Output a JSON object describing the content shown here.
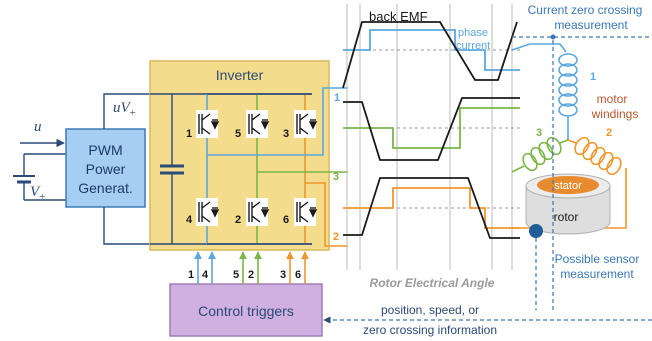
{
  "labels": {
    "input_u": "u",
    "supply_v": "V",
    "supply_v_sub": "+",
    "inverter_out_u": "uV",
    "inverter_out_sub": "+",
    "pwm_line1": "PWM",
    "pwm_line2": "Power",
    "pwm_line3": "Generat.",
    "inverter_title": "Inverter",
    "back_emf": "back EMF",
    "phase_current_line1": "phase",
    "phase_current_line2": "current",
    "current_zero_line1": "Current zero crossing",
    "current_zero_line2": "measurement",
    "motor_windings_line1": "motor",
    "motor_windings_line2": "windings",
    "stator": "stator",
    "rotor": "rotor",
    "sensor_line1": "Possible sensor",
    "sensor_line2": "measurement",
    "rotor_angle_axis": "Rotor Electrical Angle",
    "control_triggers": "Control triggers",
    "feedback_line1": "position, speed, or",
    "feedback_line2": "zero crossing information"
  },
  "switches": {
    "top": [
      "1",
      "5",
      "3"
    ],
    "bottom": [
      "4",
      "2",
      "6"
    ]
  },
  "trigger_numbers": [
    "1",
    "4",
    "5",
    "2",
    "3",
    "6"
  ],
  "phases": {
    "blue_winding": "1",
    "green_winding": "3",
    "orange_winding": "2",
    "blue_trace": "1",
    "green_trace": "3",
    "orange_trace": "2"
  },
  "colors": {
    "phase_blue": "#5ba7e0",
    "phase_green": "#7ab648",
    "phase_orange": "#f0962e",
    "inverter_fill": "#f3dc8c",
    "inverter_border": "#d9b95a",
    "pwm_fill": "#a6cdf2",
    "pwm_border": "#3e7ab8",
    "control_fill": "#cfb0e0",
    "control_border": "#9a78b6",
    "wire_navy": "#2a4a78",
    "label_blue": "#3a78b8",
    "windings_label": "#b5582a",
    "stator_fill": "#e88a2e",
    "rotor_fill": "#dedede",
    "sensor_fill": "#1f5e96",
    "waveform_black": "#1a1a1a",
    "plot_gridline": "#bbbbbb",
    "axis_label": "#9a9a9a"
  },
  "icons": [
    "igbt-switch-icon",
    "capacitor-icon",
    "battery-icon",
    "coil-icon",
    "sensor-dot-icon"
  ]
}
